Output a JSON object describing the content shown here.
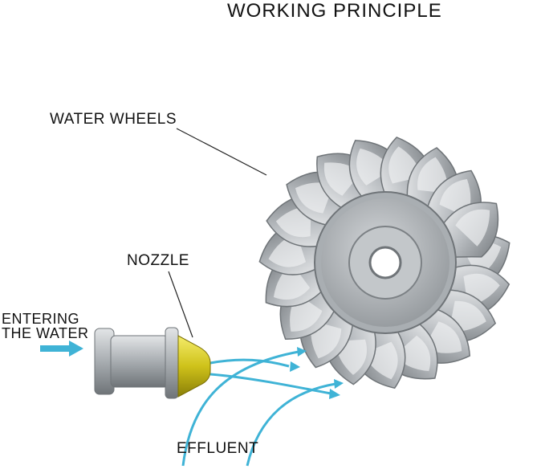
{
  "title": "WORKING PRINCIPLE",
  "labels": {
    "water_wheels": "WATER WHEELS",
    "nozzle": "NOZZLE",
    "entering_line1": "ENTERING",
    "entering_line2": "THE WATER",
    "effluent": "EFFLUENT"
  },
  "colors": {
    "water": "#3fb3d6",
    "nozzle": "#d9cc12",
    "metal": "#b8bcc0",
    "metal_dark": "#7f8488",
    "leader": "#222222"
  }
}
